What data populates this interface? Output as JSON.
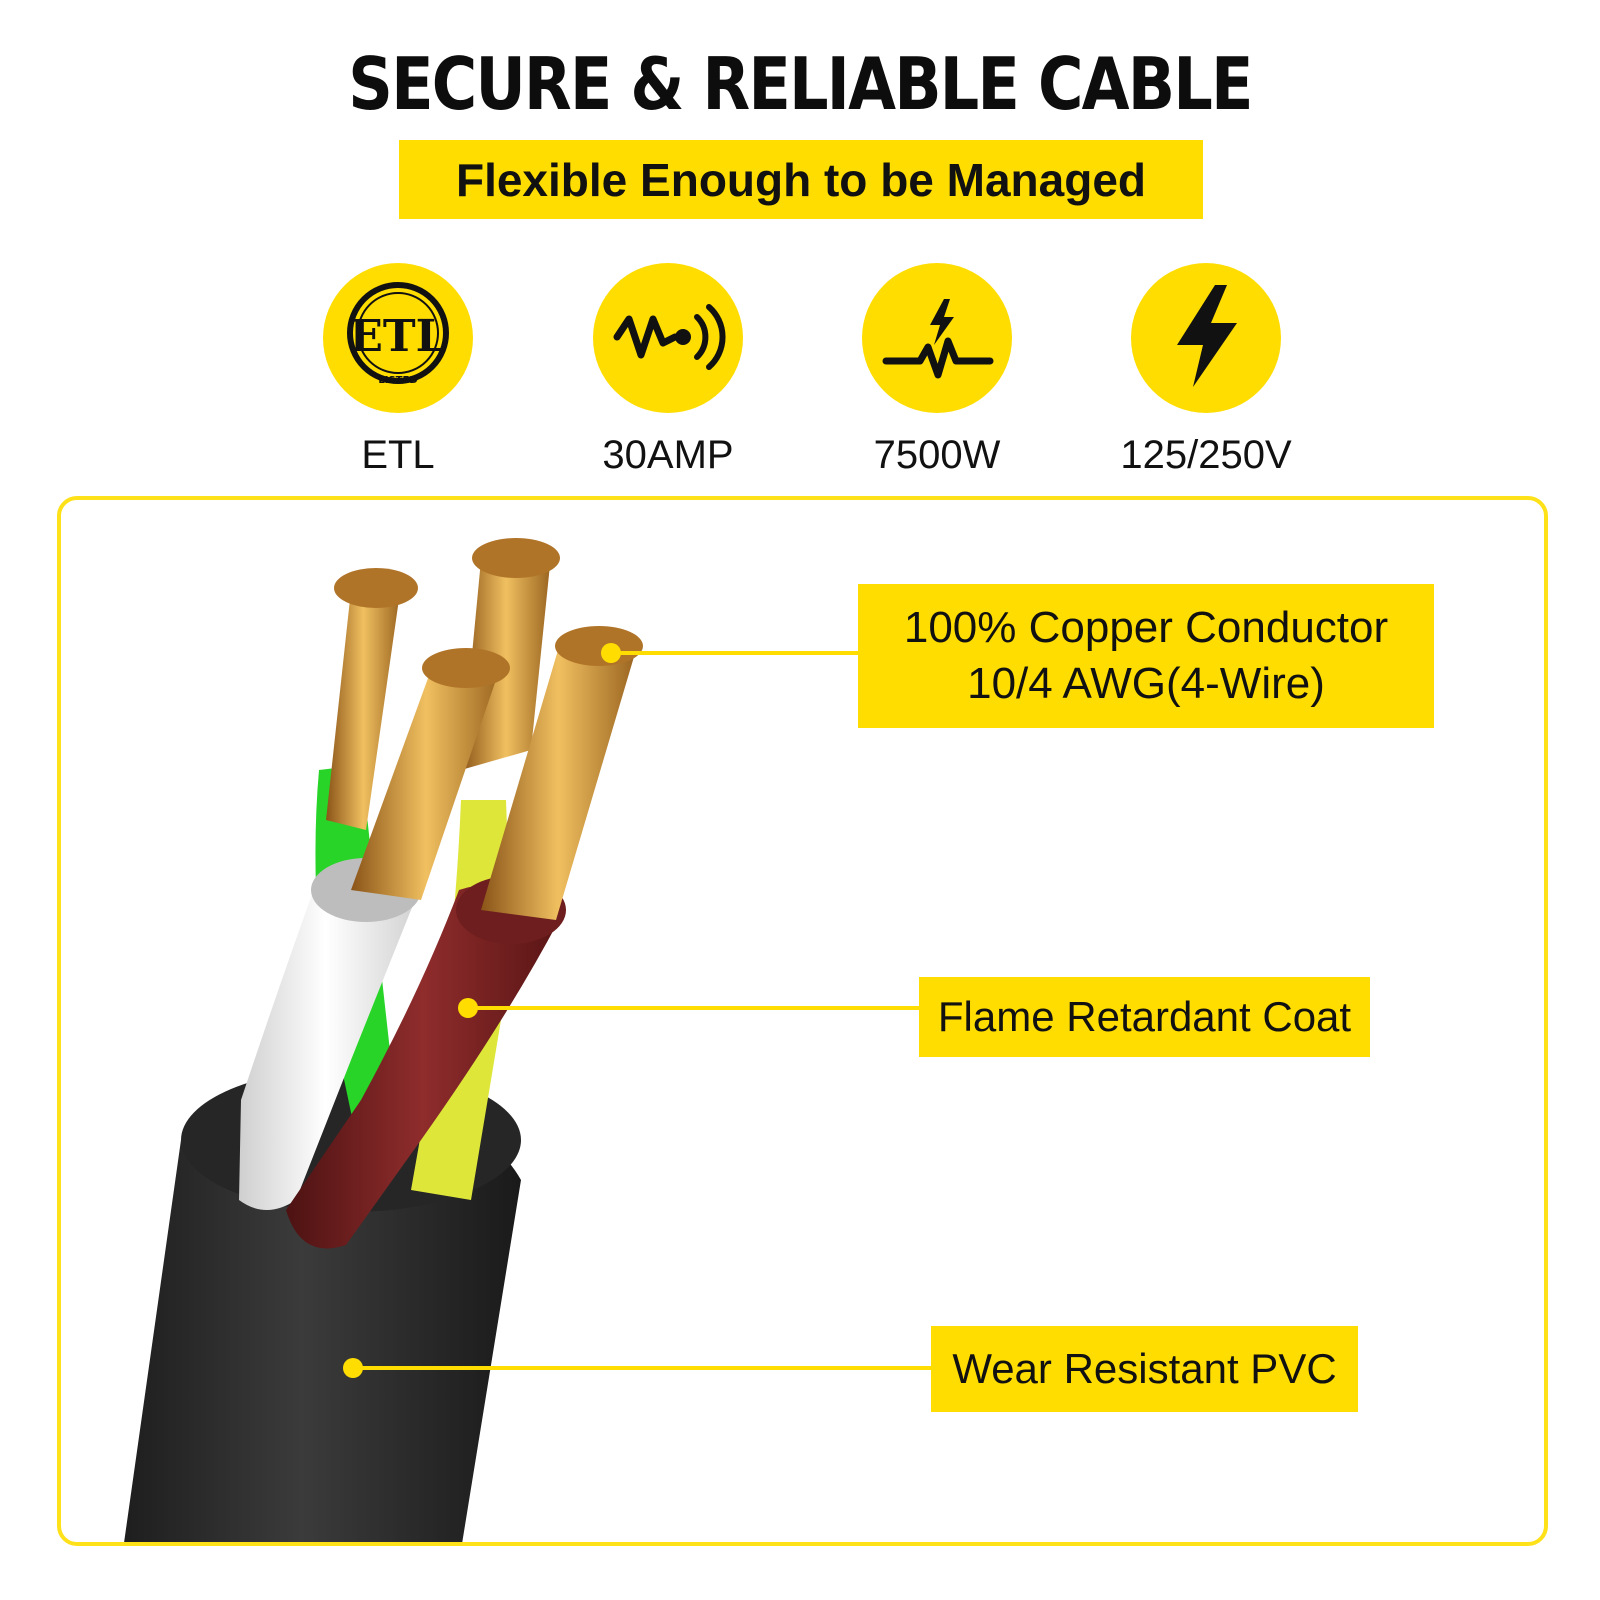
{
  "header": {
    "title": "SECURE & RELIABLE CABLE",
    "subtitle": "Flexible Enough to be Managed"
  },
  "specs": [
    {
      "icon": "etl-listed-icon",
      "label": "ETL",
      "icon_text": "ETL",
      "icon_subtext": "LISTED"
    },
    {
      "icon": "current-wave-icon",
      "label": "30AMP"
    },
    {
      "icon": "power-surge-icon",
      "label": "7500W"
    },
    {
      "icon": "lightning-bolt-icon",
      "label": "125/250V"
    }
  ],
  "callouts": {
    "conductor": {
      "line1": "100% Copper Conductor",
      "line2": "10/4 AWG(4-Wire)"
    },
    "coat": {
      "label": "Flame Retardant Coat"
    },
    "jacket": {
      "label": "Wear Resistant PVC"
    }
  },
  "colors": {
    "accent": "#ffdd00",
    "jacket": "#333333",
    "wire_brown": "#7a2020",
    "wire_white": "#f2f2f2",
    "wire_green": "#2ee02e",
    "wire_yellow": "#e0e836",
    "copper": "#c98a2e"
  }
}
